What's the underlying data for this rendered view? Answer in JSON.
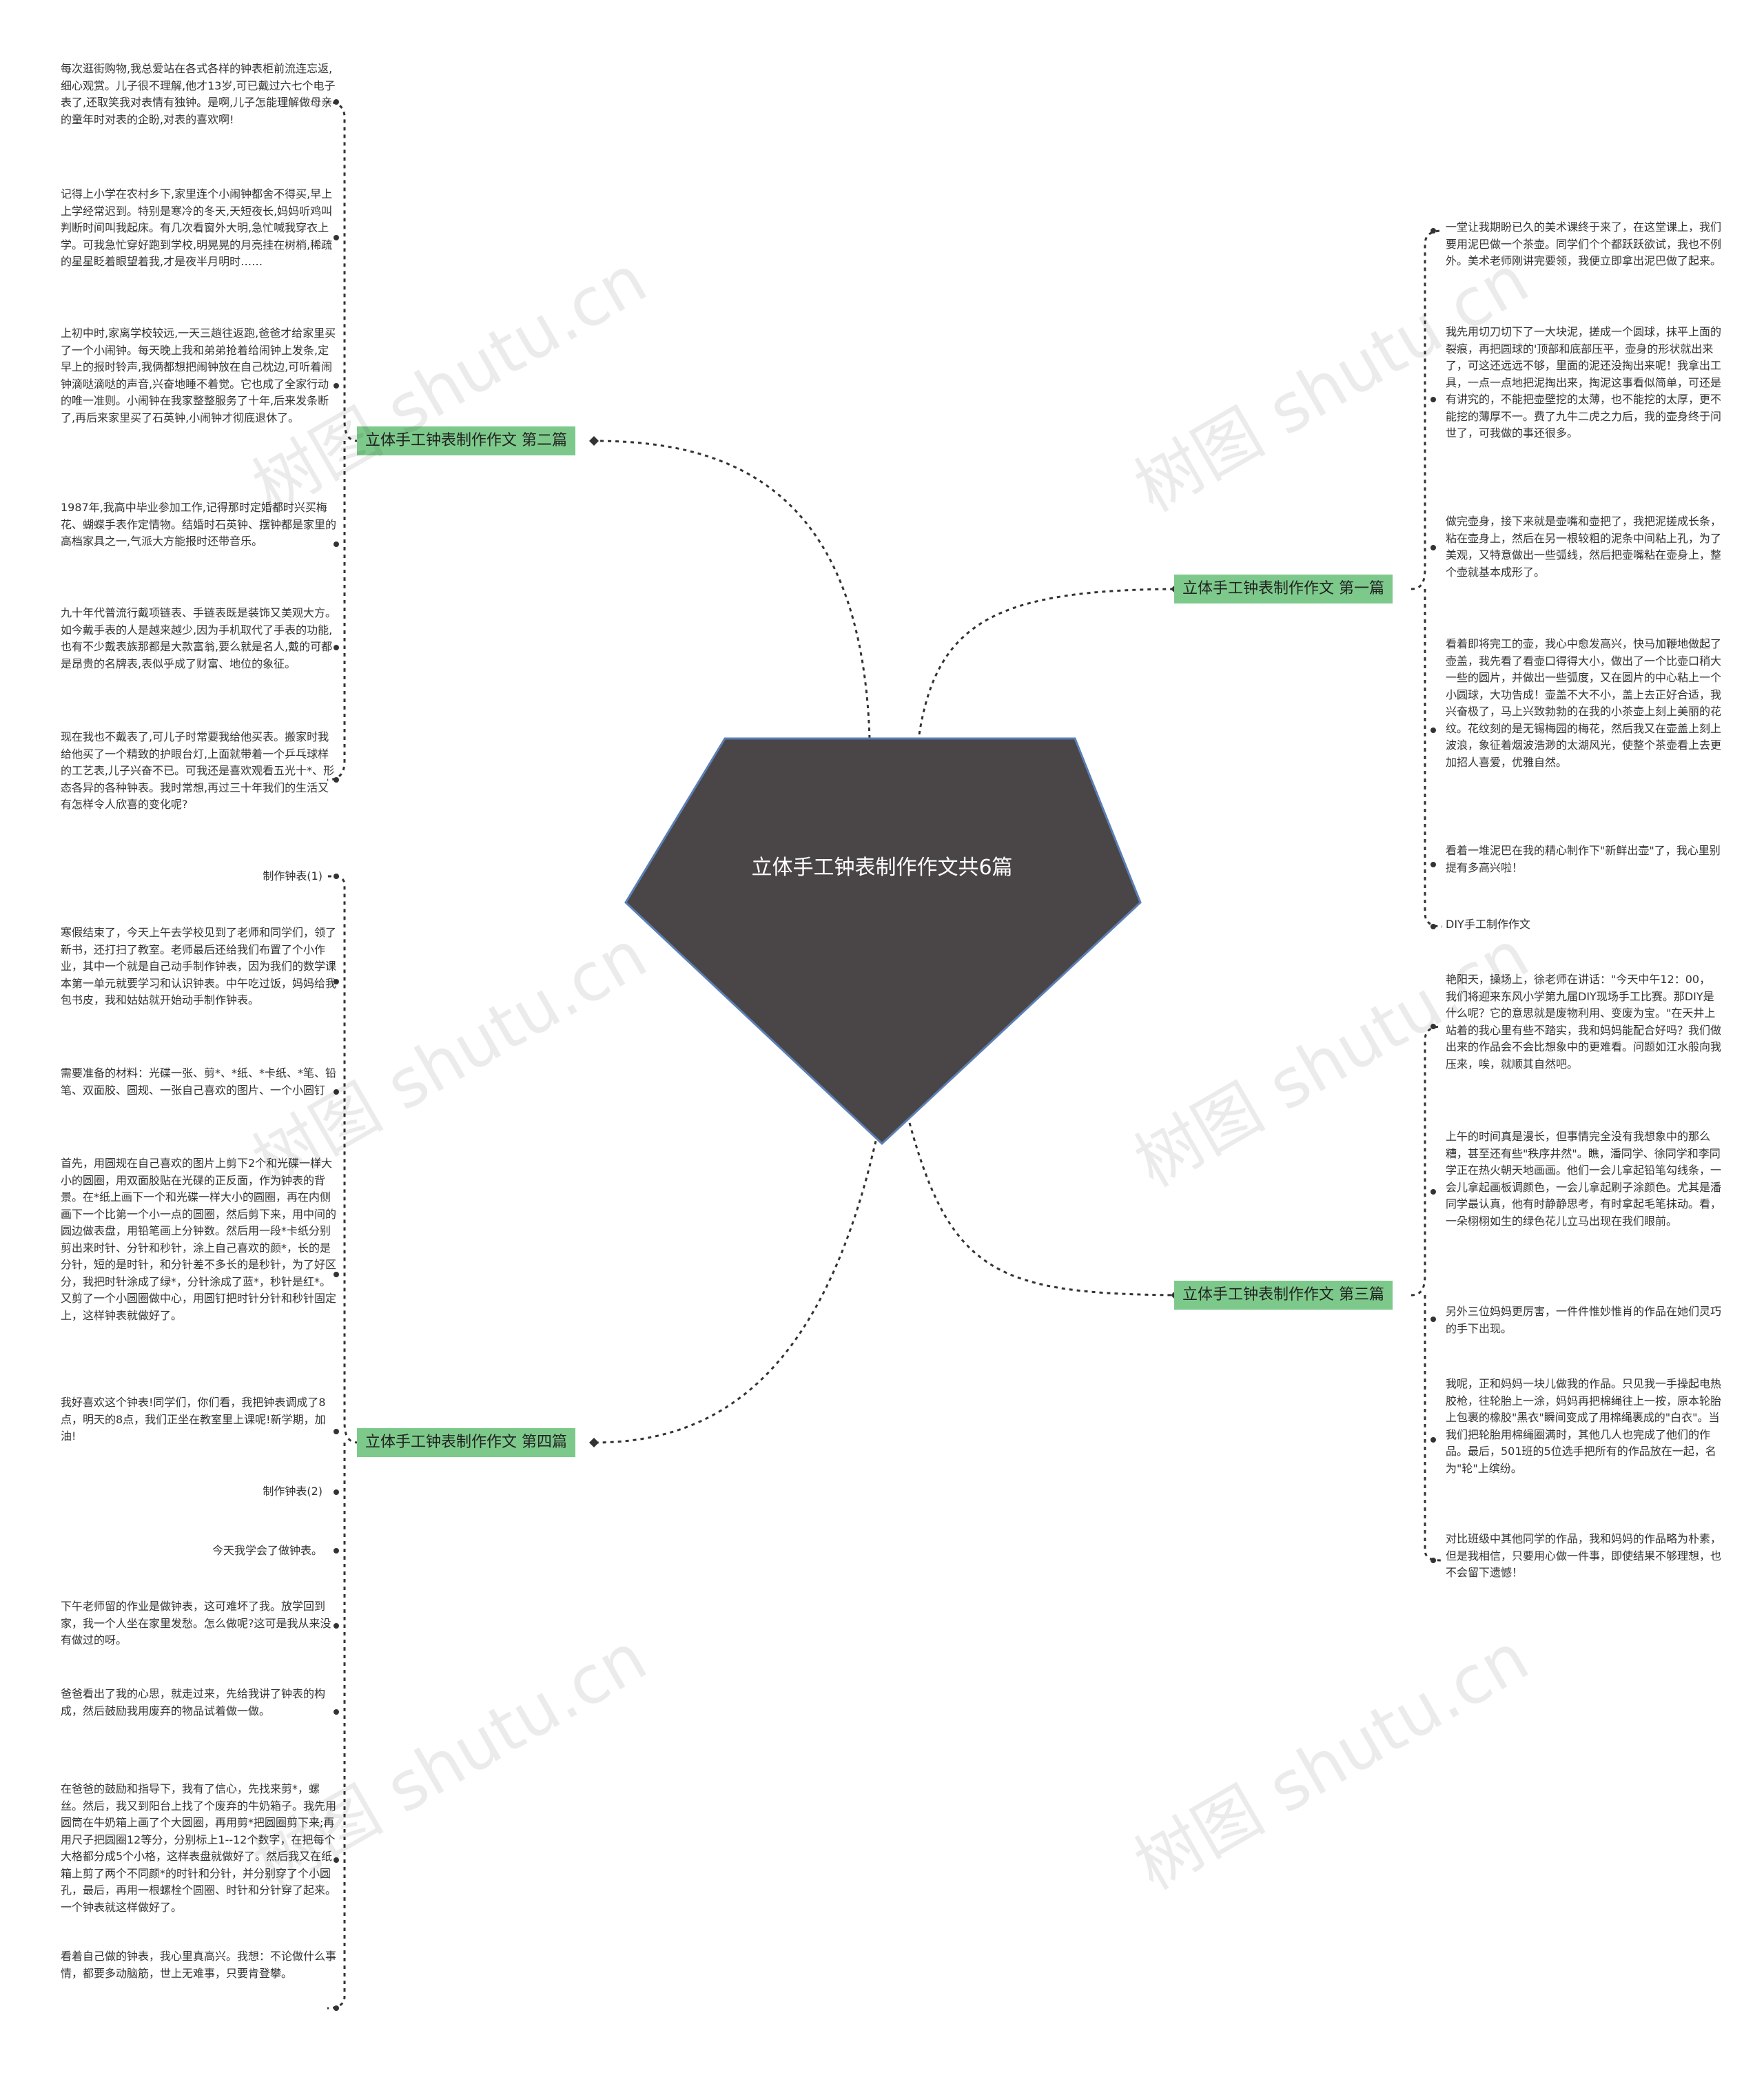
{
  "center": {
    "title": "立体手工钟表制作作文共6篇"
  },
  "watermark": "树图 shutu.cn",
  "colors": {
    "branch": "#7dc98b",
    "center": "#4a4546",
    "center_border": "#5a7fb5",
    "line": "#333333"
  },
  "branches": {
    "b1": {
      "label": "立体手工钟表制作作文 第一篇"
    },
    "b2": {
      "label": "立体手工钟表制作作文 第二篇"
    },
    "b3": {
      "label": "立体手工钟表制作作文 第三篇"
    },
    "b4": {
      "label": "立体手工钟表制作作文 第四篇"
    }
  },
  "leaves": {
    "b1": [
      "一堂让我期盼已久的美术课终于来了，在这堂课上，我们要用泥巴做一个茶壶。同学们个个都跃跃欲试，我也不例外。美术老师刚讲完要领，我便立即拿出泥巴做了起来。",
      "我先用切刀切下了一大块泥，搓成一个圆球，抹平上面的裂痕，再把圆球的'顶部和底部压平，壶身的形状就出来了，可这还远远不够，里面的泥还没掏出来呢！我拿出工具，一点一点地把泥掏出来，掏泥这事看似简单，可还是有讲究的，不能把壶壁挖的太薄，也不能挖的太厚，更不能挖的薄厚不一。费了九牛二虎之力后，我的壶身终于问世了，可我做的事还很多。",
      "做完壶身，接下来就是壶嘴和壶把了，我把泥搓成长条，粘在壶身上，然后在另一根较粗的泥条中间粘上孔，为了美观，又特意做出一些弧线，然后把壶嘴粘在壶身上，整个壶就基本成形了。",
      "看着即将完工的壶，我心中愈发高兴，快马加鞭地做起了壶盖，我先看了看壶口得得大小，做出了一个比壶口稍大一些的圆片，并做出一些弧度，又在圆片的中心粘上一个小圆球，大功告成！壶盖不大不小，盖上去正好合适，我兴奋极了，马上兴致勃勃的在我的小茶壶上刻上美丽的花纹。花纹刻的是无锡梅园的梅花，然后我又在壶盖上刻上波浪，象征着烟波浩渺的太湖风光，使整个茶壶看上去更加招人喜爱，优雅自然。",
      "看着一堆泥巴在我的精心制作下\"新鲜出壶\"了，我心里别提有多高兴啦！",
      "DIY手工制作作文"
    ],
    "b2": [
      "每次逛街购物,我总爱站在各式各样的钟表柜前流连忘返,细心观赏。儿子很不理解,他才13岁,可已戴过六七个电子表了,还取笑我对表情有独钟。是啊,儿子怎能理解做母亲的童年时对表的企盼,对表的喜欢啊!",
      "记得上小学在农村乡下,家里连个小闹钟都舍不得买,早上上学经常迟到。特别是寒冷的冬天,天短夜长,妈妈听鸡叫判断时间叫我起床。有几次看窗外大明,急忙喊我穿衣上学。可我急忙穿好跑到学校,明晃晃的月亮挂在树梢,稀疏的星星眨着眼望着我,才是夜半月明时……",
      "上初中时,家离学校较远,一天三趟往返跑,爸爸才给家里买了一个小闹钟。每天晚上我和弟弟抢着给闹钟上发条,定早上的报时铃声,我俩都想把闹钟放在自己枕边,可听着闹钟滴哒滴哒的声音,兴奋地睡不着觉。它也成了全家行动的唯一准则。小闹钟在我家整整服务了十年,后来发条断了,再后来家里买了石英钟,小闹钟才彻底退休了。",
      "1987年,我高中毕业参加工作,记得那时定婚都时兴买梅花、蝴蝶手表作定情物。结婚时石英钟、摆钟都是家里的高档家具之一,气派大方能报时还带音乐。",
      "九十年代普流行戴项链表、手链表既是装饰又美观大方。如今戴手表的人是越来越少,因为手机取代了手表的功能,也有不少戴表族那都是大款富翁,要么就是名人,戴的可都是昂贵的名牌表,表似乎成了财富、地位的象征。",
      "现在我也不戴表了,可儿子时常要我给他买表。搬家时我给他买了一个精致的护眼台灯,上面就带着一个乒乓球样的工艺表,儿子兴奋不已。可我还是喜欢观看五光十*、形态各异的各种钟表。我时常想,再过三十年我们的生活又有怎样令人欣喜的变化呢?"
    ],
    "b3": [
      "艳阳天，操场上，徐老师在讲话：\"今天中午12：00，我们将迎来东风小学第九届DIY现场手工比赛。那DIY是什么呢？它的意思就是废物利用、变废为宝。\"在天井上站着的我心里有些不踏实，我和妈妈能配合好吗？我们做出来的作品会不会比想象中的更难看。问题如江水般向我压来，唉，就顺其自然吧。",
      "上午的时间真是漫长，但事情完全没有我想象中的那么糟，甚至还有些\"秩序井然\"。瞧，潘同学、徐同学和李同学正在热火朝天地画画。他们一会儿拿起铅笔勾线条，一会儿拿起画板调颜色，一会儿拿起刷子涂颜色。尤其是潘同学最认真，他有时静静思考，有时拿起毛笔抹动。看，一朵栩栩如生的绿色花儿立马出现在我们眼前。",
      "另外三位妈妈更厉害，一件件惟妙惟肖的作品在她们灵巧的手下出现。",
      "我呢，正和妈妈一块儿做我的作品。只见我一手操起电热胶枪，往轮胎上一涂，妈妈再把棉绳往上一按，原本轮胎上包裹的橡胶\"黑衣\"瞬间变成了用棉绳裹成的\"白衣\"。当我们把轮胎用棉绳圈满时，其他几人也完成了他们的作品。最后，501班的5位选手把所有的作品放在一起，名为\"轮\"上缤纷。",
      "对比班级中其他同学的作品，我和妈妈的作品略为朴素，但是我相信，只要用心做一件事，即使结果不够理想，也不会留下遗憾！"
    ],
    "b4": [
      "制作钟表(1)",
      "寒假结束了，今天上午去学校见到了老师和同学们，领了新书，还打扫了教室。老师最后还给我们布置了个小作业，其中一个就是自己动手制作钟表，因为我们的数学课本第一单元就要学习和认识钟表。中午吃过饭，妈妈给我包书皮，我和姑姑就开始动手制作钟表。",
      "需要准备的材料：光碟一张、剪*、*纸、*卡纸、*笔、铅笔、双面胶、圆规、一张自己喜欢的图片、一个小圆钉",
      "首先，用圆规在自己喜欢的图片上剪下2个和光碟一样大小的圆圈，用双面胶贴在光碟的正反面，作为钟表的背景。在*纸上画下一个和光碟一样大小的圆圈，再在内侧画下一个比第一个小一点的圆圈，然后剪下来，用中间的圆边做表盘，用铅笔画上分钟数。然后用一段*卡纸分别剪出来时针、分针和秒针，涂上自己喜欢的颜*，长的是分针，短的是时针，和分针差不多长的是秒针，为了好区分，我把时针涂成了绿*，分针涂成了蓝*，秒针是红*。又剪了一个小圆圈做中心，用圆钉把时针分针和秒针固定上，这样钟表就做好了。",
      "我好喜欢这个钟表!同学们，你们看，我把钟表调成了8点，明天的8点，我们正坐在教室里上课呢!新学期，加油!",
      "制作钟表(2)",
      "今天我学会了做钟表。",
      "下午老师留的作业是做钟表，这可难坏了我。放学回到家，我一个人坐在家里发愁。怎么做呢?这可是我从来没有做过的呀。",
      "爸爸看出了我的心思，就走过来，先给我讲了钟表的构成，然后鼓励我用废弃的物品试着做一做。",
      "在爸爸的鼓励和指导下，我有了信心，先找来剪*，螺丝。然后，我又到阳台上找了个废弃的牛奶箱子。我先用圆筒在牛奶箱上画了个大圆圈，再用剪*把圆圈剪下来;再用尺子把圆圈12等分，分别标上1--12个数字，在把每个大格都分成5个小格，这样表盘就做好了。然后我又在纸箱上剪了两个不同颜*的时针和分针，并分别穿了个小圆孔，最后，再用一根螺栓个圆圈、时针和分针穿了起来。一个钟表就这样做好了。",
      "看着自己做的钟表，我心里真高兴。我想：不论做什么事情，都要多动脑筋，世上无难事，只要肯登攀。"
    ]
  }
}
